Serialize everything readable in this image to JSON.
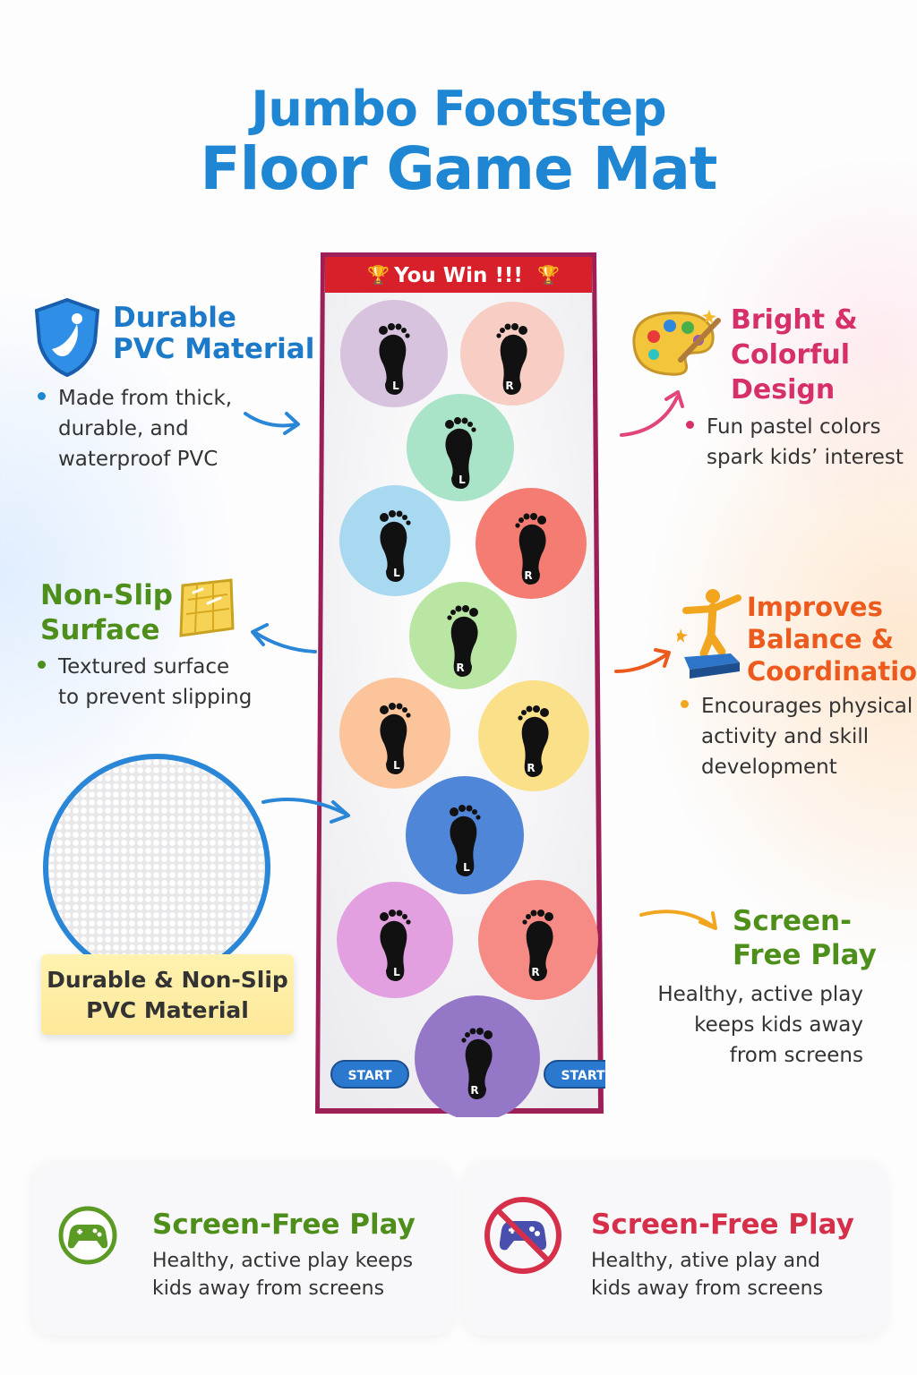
{
  "title": {
    "line1": "Jumbo Footstep",
    "line2": "Floor Game Mat"
  },
  "mat": {
    "banner": "You Win !!!",
    "start_left": "START",
    "start_right": "START",
    "steps": [
      {
        "foot": "L",
        "color": "#d8c3df"
      },
      {
        "foot": "R",
        "color": "#f8cdc4"
      },
      {
        "foot": "L",
        "color": "#a9e3c8"
      },
      {
        "foot": "L",
        "color": "#a9d9f0"
      },
      {
        "foot": "R",
        "color": "#f47c72"
      },
      {
        "foot": "R",
        "color": "#b9e6a3"
      },
      {
        "foot": "L",
        "color": "#fbc49a"
      },
      {
        "foot": "R",
        "color": "#fbe08a"
      },
      {
        "foot": "L",
        "color": "#4f86d8"
      },
      {
        "foot": "L",
        "color": "#e3a0e0"
      },
      {
        "foot": "R",
        "color": "#f58b84"
      },
      {
        "foot": "R",
        "color": "#9577c8"
      }
    ]
  },
  "features": {
    "durable": {
      "title_line1": "Durable",
      "title_line2": "PVC Material",
      "body": [
        "Made from thick,",
        "durable, and",
        "waterproof PVC"
      ],
      "icon": "shield-icon"
    },
    "bright": {
      "title_line1": "Bright &",
      "title_line2": "Colorful",
      "title_line3": "Design",
      "body": [
        "Fun pastel colors",
        "spark kids’ interest"
      ],
      "icon": "palette-icon"
    },
    "nonslip": {
      "title_line1": "Non-Slip",
      "title_line2": "Surface",
      "body": [
        "Textured surface",
        "to prevent slipping"
      ],
      "icon": "textured-square-icon"
    },
    "balance": {
      "title_line1": "Improves",
      "title_line2": "Balance &",
      "title_line3": "Coordination",
      "body": [
        "Encourages physical",
        "activity and skill",
        "development"
      ],
      "icon": "balance-figure-icon"
    },
    "screenfree": {
      "title_line1": "Screen-",
      "title_line2": "Free Play",
      "body": [
        "Healthy, active play",
        "keeps kids away",
        "from screens"
      ]
    }
  },
  "swatch_caption": {
    "line1": "Durable & Non-Slip",
    "line2": "PVC Material"
  },
  "cards": [
    {
      "title": "Screen-Free Play",
      "body": [
        "Healthy, active play keeps",
        "kids away from screens"
      ],
      "icon": "gamepad-icon",
      "color": "#4e8f1b"
    },
    {
      "title": "Screen-Free Play",
      "body": [
        "Healthy, ative play and",
        "kids away from screens"
      ],
      "icon": "no-gamepad-icon",
      "color": "#d62f4a"
    }
  ]
}
